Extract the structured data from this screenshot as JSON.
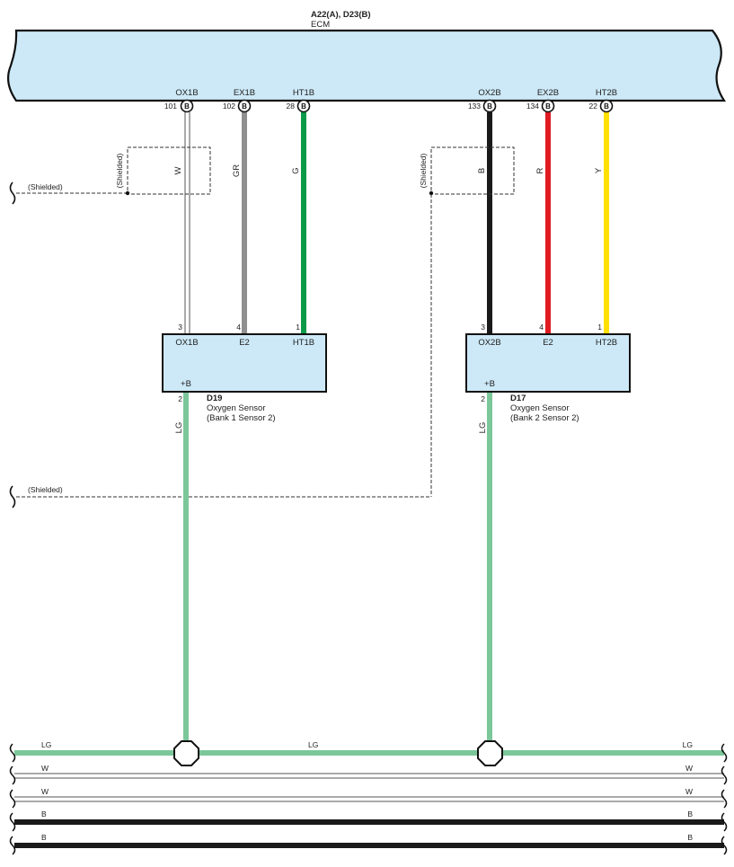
{
  "colors": {
    "box_fill": "#cde9f7",
    "wire_white": "#ffffff",
    "wire_gray": "#8f8f8f",
    "wire_green": "#0c9a48",
    "wire_black": "#1a1a1a",
    "wire_red": "#e11b22",
    "wire_yellow": "#ffe000",
    "wire_light_green": "#7bc79a"
  },
  "ecm": {
    "connector_ids": "A22(A), D23(B)",
    "name": "ECM",
    "terminals": [
      {
        "name": "OX1B",
        "pin": "101",
        "connector": "B",
        "wire_color": "W"
      },
      {
        "name": "EX1B",
        "pin": "102",
        "connector": "B",
        "wire_color": "GR"
      },
      {
        "name": "HT1B",
        "pin": "28",
        "connector": "B",
        "wire_color": "G"
      },
      {
        "name": "OX2B",
        "pin": "133",
        "connector": "B",
        "wire_color": "B"
      },
      {
        "name": "EX2B",
        "pin": "134",
        "connector": "B",
        "wire_color": "R"
      },
      {
        "name": "HT2B",
        "pin": "22",
        "connector": "B",
        "wire_color": "Y"
      }
    ]
  },
  "sensors": [
    {
      "id": "D19",
      "name": "Oxygen Sensor",
      "desc": "(Bank 1 Sensor 2)",
      "top_terminals": [
        {
          "pin": "3",
          "name": "OX1B"
        },
        {
          "pin": "4",
          "name": "E2"
        },
        {
          "pin": "1",
          "name": "HT1B"
        }
      ],
      "bottom_terminal": {
        "pin": "2",
        "name": "+B",
        "wire_color": "LG"
      }
    },
    {
      "id": "D17",
      "name": "Oxygen Sensor",
      "desc": "(Bank 2 Sensor 2)",
      "top_terminals": [
        {
          "pin": "3",
          "name": "OX2B"
        },
        {
          "pin": "4",
          "name": "E2"
        },
        {
          "pin": "1",
          "name": "HT2B"
        }
      ],
      "bottom_terminal": {
        "pin": "2",
        "name": "+B",
        "wire_color": "LG"
      }
    }
  ],
  "shield": {
    "label": "(Shielded)"
  },
  "bus": [
    {
      "color": "LG",
      "center_label": "LG"
    },
    {
      "color": "W"
    },
    {
      "color": "W"
    },
    {
      "color": "B"
    },
    {
      "color": "B"
    }
  ]
}
